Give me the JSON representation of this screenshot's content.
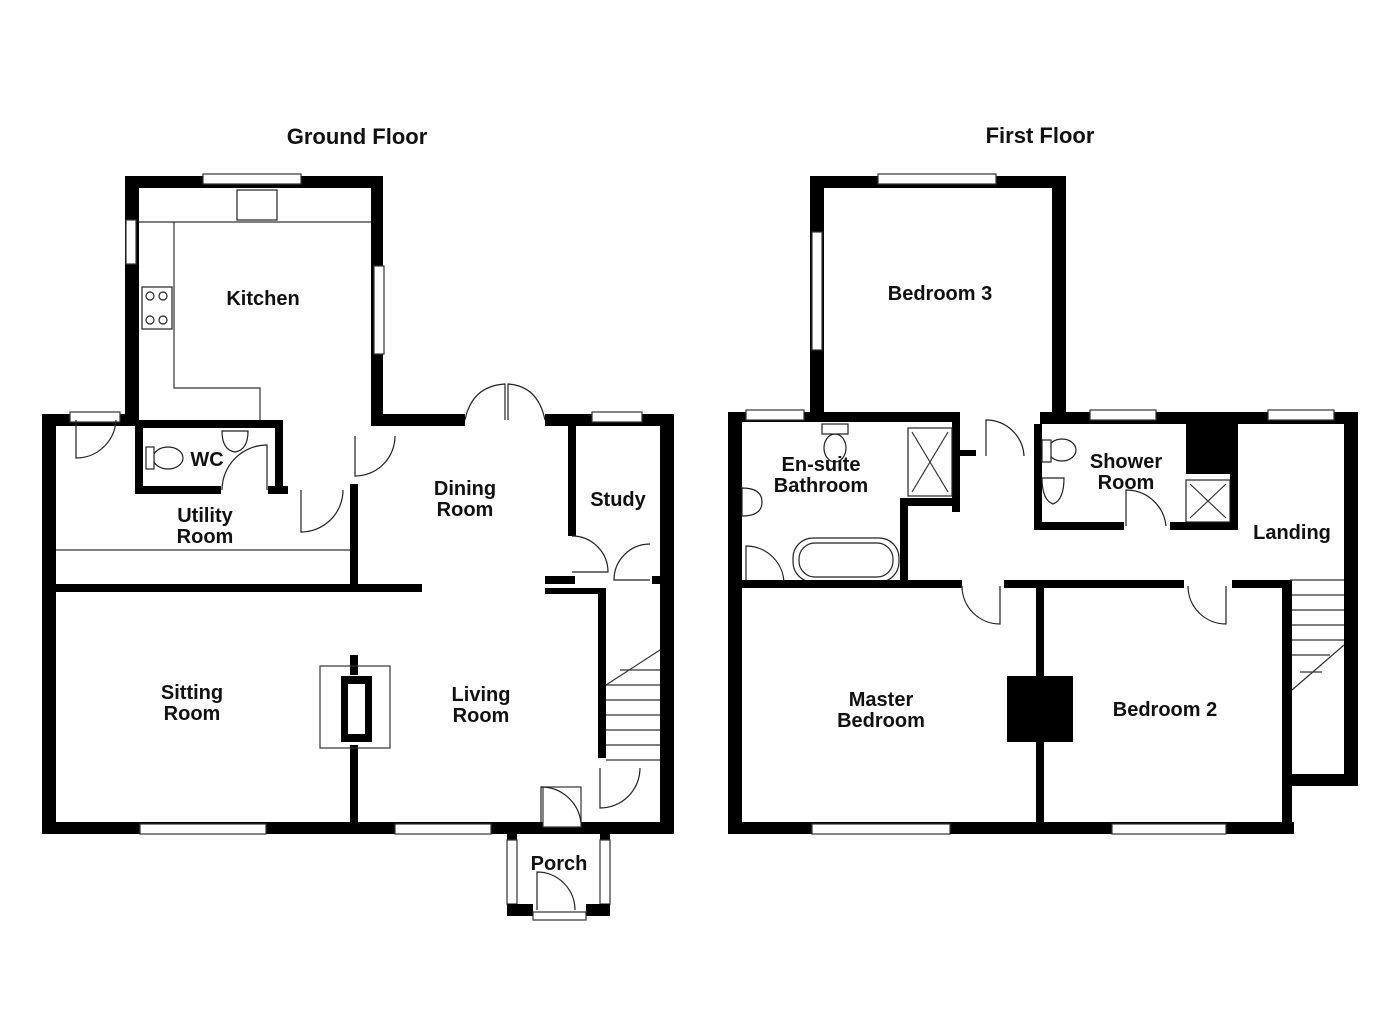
{
  "floors": [
    {
      "title": "Ground Floor",
      "rooms": [
        "Kitchen",
        "WC",
        "Utility",
        "Room",
        "Dining",
        "Room",
        "Study",
        "Sitting",
        "Room",
        "Living",
        "Room",
        "Porch"
      ]
    },
    {
      "title": "First Floor",
      "rooms": [
        "Bedroom 3",
        "En-suite",
        "Bathroom",
        "Shower",
        "Room",
        "Landing",
        "Master",
        "Bedroom",
        "Bedroom 2"
      ]
    }
  ],
  "colors": {
    "wall": "#000000",
    "line": "#333333",
    "background": "#ffffff"
  }
}
